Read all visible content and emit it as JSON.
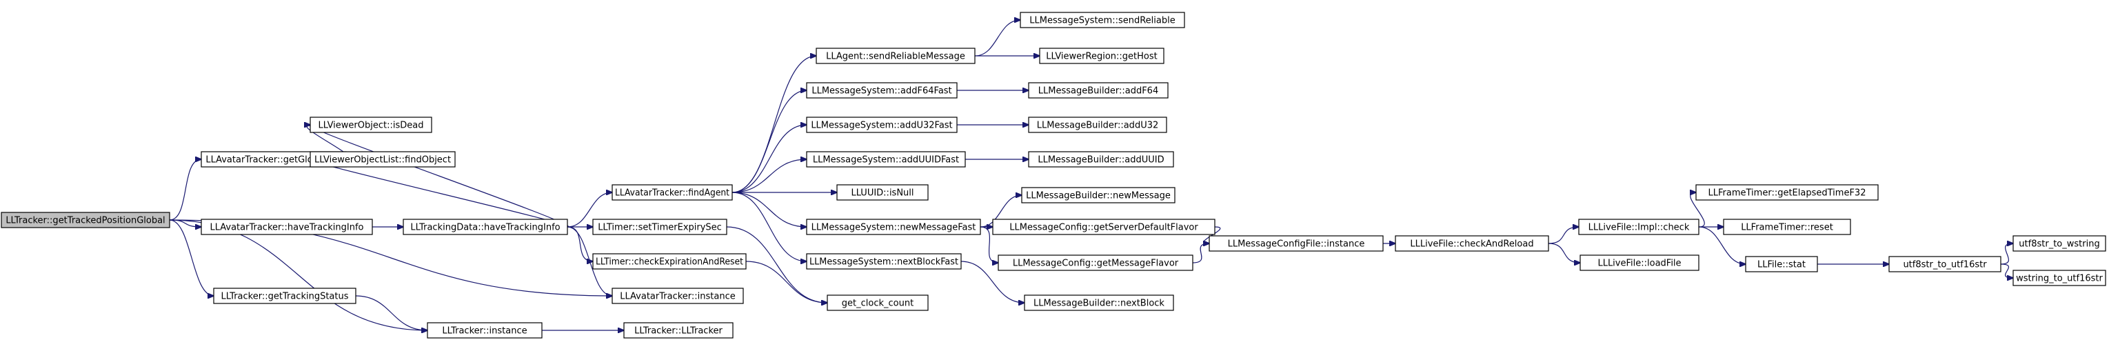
{
  "nodes": [
    {
      "id": "n0",
      "label": "LLTracker::getTrackedPositionGlobal"
    },
    {
      "id": "n1",
      "label": "LLAvatarTracker::getGlobalPos"
    },
    {
      "id": "n2",
      "label": "LLAvatarTracker::haveTrackingInfo"
    },
    {
      "id": "n3",
      "label": "LLTracker::getTrackingStatus"
    },
    {
      "id": "n4",
      "label": "LLViewerObject::isDead"
    },
    {
      "id": "n5",
      "label": "LLViewerObjectList::findObject"
    },
    {
      "id": "n6",
      "label": "LLTrackingData::haveTrackingInfo"
    },
    {
      "id": "n7",
      "label": "LLAvatarTracker::findAgent"
    },
    {
      "id": "n8",
      "label": "LLTimer::setTimerExpirySec"
    },
    {
      "id": "n9",
      "label": "LLTimer::checkExpirationAndReset"
    },
    {
      "id": "n10",
      "label": "LLAvatarTracker::instance"
    },
    {
      "id": "n11",
      "label": "LLTracker::instance"
    },
    {
      "id": "n12",
      "label": "LLTracker::LLTracker"
    },
    {
      "id": "n13",
      "label": "LLAgent::sendReliableMessage"
    },
    {
      "id": "n14",
      "label": "LLMessageSystem::addF64Fast"
    },
    {
      "id": "n15",
      "label": "LLMessageSystem::addU32Fast"
    },
    {
      "id": "n16",
      "label": "LLMessageSystem::addUUIDFast"
    },
    {
      "id": "n17",
      "label": "LLUUID::isNull"
    },
    {
      "id": "n18",
      "label": "LLMessageSystem::newMessageFast"
    },
    {
      "id": "n19",
      "label": "LLMessageSystem::nextBlockFast"
    },
    {
      "id": "n20",
      "label": "get_clock_count"
    },
    {
      "id": "n21",
      "label": "LLMessageSystem::sendReliable"
    },
    {
      "id": "n22",
      "label": "LLViewerRegion::getHost"
    },
    {
      "id": "n23",
      "label": "LLMessageBuilder::addF64"
    },
    {
      "id": "n24",
      "label": "LLMessageBuilder::addU32"
    },
    {
      "id": "n25",
      "label": "LLMessageBuilder::addUUID"
    },
    {
      "id": "n26",
      "label": "LLMessageBuilder::newMessage"
    },
    {
      "id": "n27",
      "label": "LLMessageConfig::getServerDefaultFlavor"
    },
    {
      "id": "n28",
      "label": "LLMessageConfig::getMessageFlavor"
    },
    {
      "id": "n29",
      "label": "LLMessageBuilder::nextBlock"
    },
    {
      "id": "n30",
      "label": "LLMessageConfigFile::instance"
    },
    {
      "id": "n31",
      "label": "LLLiveFile::checkAndReload"
    },
    {
      "id": "n32",
      "label": "LLLiveFile::Impl::check"
    },
    {
      "id": "n33",
      "label": "LLLiveFile::loadFile"
    },
    {
      "id": "n34",
      "label": "LLFrameTimer::getElapsedTimeF32"
    },
    {
      "id": "n35",
      "label": "LLFrameTimer::reset"
    },
    {
      "id": "n36",
      "label": "LLFile::stat"
    },
    {
      "id": "n37",
      "label": "utf8str_to_utf16str"
    },
    {
      "id": "n38",
      "label": "utf8str_to_wstring"
    },
    {
      "id": "n39",
      "label": "wstring_to_utf16str"
    }
  ],
  "edges": [
    [
      "n0",
      "n1"
    ],
    [
      "n0",
      "n2"
    ],
    [
      "n0",
      "n3"
    ],
    [
      "n0",
      "n10"
    ],
    [
      "n0",
      "n11"
    ],
    [
      "n1",
      "n4"
    ],
    [
      "n1",
      "n5"
    ],
    [
      "n2",
      "n6"
    ],
    [
      "n3",
      "n11"
    ],
    [
      "n6",
      "n4"
    ],
    [
      "n6",
      "n5"
    ],
    [
      "n6",
      "n7"
    ],
    [
      "n6",
      "n8"
    ],
    [
      "n6",
      "n9"
    ],
    [
      "n6",
      "n10"
    ],
    [
      "n7",
      "n13"
    ],
    [
      "n7",
      "n14"
    ],
    [
      "n7",
      "n15"
    ],
    [
      "n7",
      "n16"
    ],
    [
      "n7",
      "n17"
    ],
    [
      "n7",
      "n18"
    ],
    [
      "n7",
      "n19"
    ],
    [
      "n8",
      "n20"
    ],
    [
      "n9",
      "n20"
    ],
    [
      "n11",
      "n12"
    ],
    [
      "n13",
      "n21"
    ],
    [
      "n13",
      "n22"
    ],
    [
      "n14",
      "n23"
    ],
    [
      "n15",
      "n24"
    ],
    [
      "n16",
      "n25"
    ],
    [
      "n18",
      "n26"
    ],
    [
      "n18",
      "n27"
    ],
    [
      "n18",
      "n28"
    ],
    [
      "n19",
      "n29"
    ],
    [
      "n27",
      "n30"
    ],
    [
      "n28",
      "n30"
    ],
    [
      "n30",
      "n31"
    ],
    [
      "n31",
      "n32"
    ],
    [
      "n31",
      "n33"
    ],
    [
      "n32",
      "n34"
    ],
    [
      "n32",
      "n35"
    ],
    [
      "n32",
      "n36"
    ],
    [
      "n36",
      "n37"
    ],
    [
      "n37",
      "n38"
    ],
    [
      "n37",
      "n39"
    ]
  ]
}
